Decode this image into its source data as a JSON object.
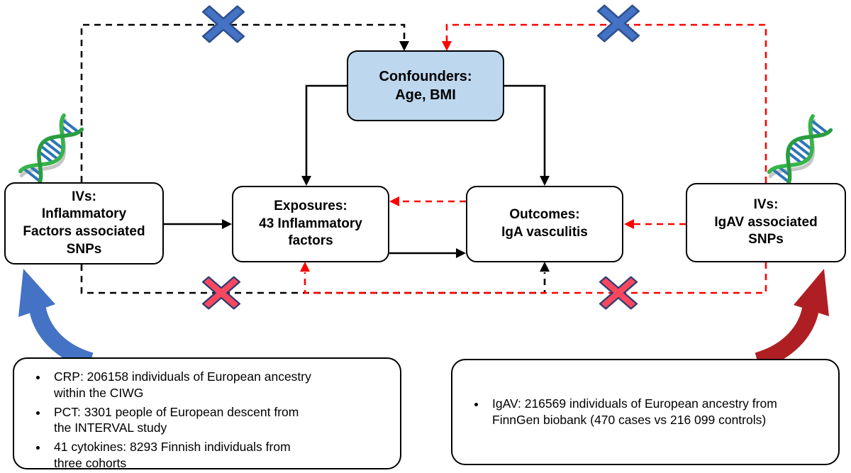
{
  "figure": {
    "nodes": {
      "confounders": "Confounders:\nAge, BMI",
      "iv_left": "IVs:\nInflammatory\nFactors associated\nSNPs",
      "exposures": "Exposures:\n43 Inflammatory\nfactors",
      "outcomes": "Outcomes:\nIgA vasculitis",
      "iv_right": "IVs:\nIgAV associated\nSNPs"
    },
    "source_left": {
      "items": [
        "CRP: 206158 individuals of European ancestry\nwithin the CIWG",
        "PCT: 3301 people of European descent from\nthe INTERVAL study",
        "41 cytokines: 8293 Finnish individuals from\nthree cohorts"
      ]
    },
    "source_right": {
      "items": [
        "IgAV: 216569 individuals of European ancestry from\nFinnGen biobank (470 cases vs 216 099 controls)"
      ]
    },
    "icons": {
      "dna_left": "dna-helix-icon",
      "dna_right": "dna-helix-icon",
      "top_left_block": "blue-cross-icon",
      "top_right_block": "blue-cross-icon",
      "bottom_left_block": "red-cross-icon",
      "bottom_right_block": "red-cross-icon"
    },
    "colors": {
      "confounders_fill": "#BDD7EE",
      "forward_path": "#000000",
      "reverse_path": "#FF0000",
      "blue_cross_fill": "#4472C4",
      "blue_cross_outline": "#2F528F",
      "red_cross_fill": "#F8485E",
      "red_cross_outline": "#2F3C73",
      "left_curved_arrow": "#4472C4",
      "right_curved_arrow": "#AF1E23",
      "dna_strand": "#35B44A",
      "dna_rung": "#2E75B6"
    }
  }
}
